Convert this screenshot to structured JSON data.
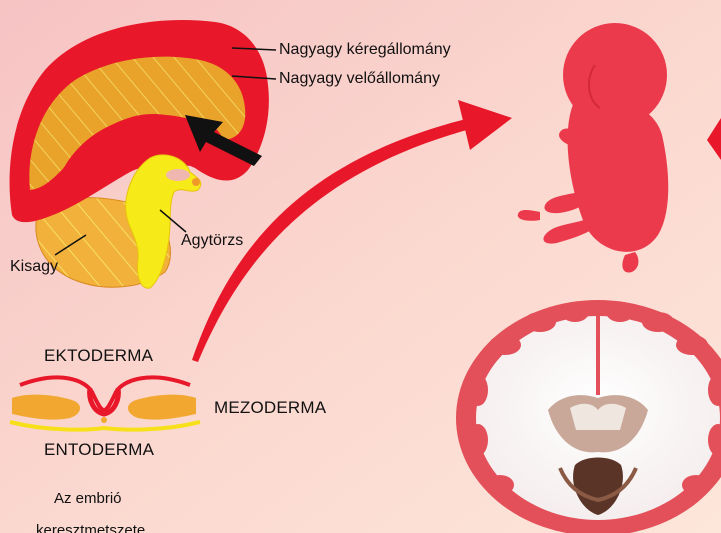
{
  "labels": {
    "cortex": "Nagyagy kéregállomány",
    "white_matter": "Nagyagy velőállomány",
    "brainstem": "Agytörzs",
    "cerebellum": "Kisagy",
    "ectoderm": "EKTODERMA",
    "mesoderm": "MEZODERMA",
    "endoderm": "ENTODERMA",
    "caption_line1": "Az embrió",
    "caption_line2": "keresztmetszete"
  },
  "colors": {
    "background_pink": "#f7c4c0",
    "cortex_red": "#e8182a",
    "white_matter_orange": "#e9a32a",
    "brainstem_yellow": "#f7ea19",
    "embryo_red": "#ec3a4d",
    "arrow_red": "#e8182a",
    "brain_section_red": "#e3505a",
    "text_black": "#111111"
  }
}
